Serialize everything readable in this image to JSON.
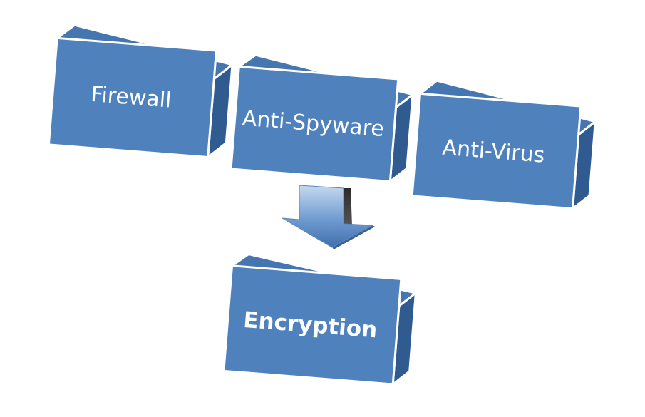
{
  "boxes": {
    "firewall": {
      "label": "Firewall"
    },
    "anti_spyware": {
      "label": "Anti-Spyware"
    },
    "anti_virus": {
      "label": "Anti-Virus"
    },
    "encryption": {
      "label": "Encryption"
    }
  },
  "colors": {
    "box_front": "#4f81bd",
    "box_top": "#4676b0",
    "box_side": "#2f5b91",
    "border": "#ffffff",
    "arrow_light": "#b8cce4",
    "arrow_dark": "#4f81bd"
  }
}
